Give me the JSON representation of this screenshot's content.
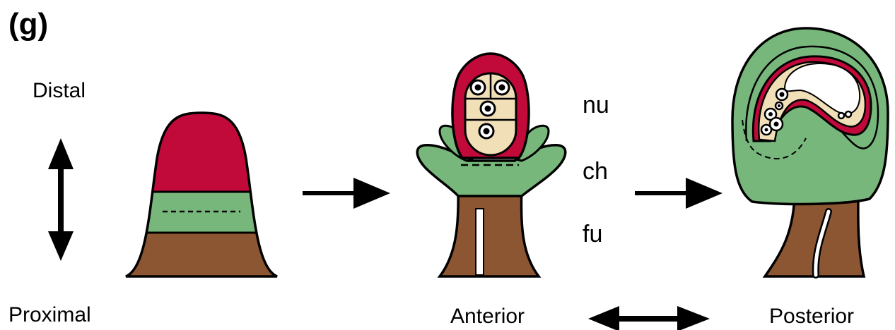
{
  "panel_label": "(g)",
  "axis_labels": {
    "distal": "Distal",
    "proximal": "Proximal",
    "anterior": "Anterior",
    "posterior": "Posterior"
  },
  "region_labels": {
    "nucellus": "nu",
    "chalaza": "ch",
    "funiculus": "fu"
  },
  "colors": {
    "nucellus": "#c20a3a",
    "chalaza": "#77b77b",
    "funiculus": "#8c5633",
    "embryo_sac": "#f0dfb7",
    "outline": "#000000"
  }
}
